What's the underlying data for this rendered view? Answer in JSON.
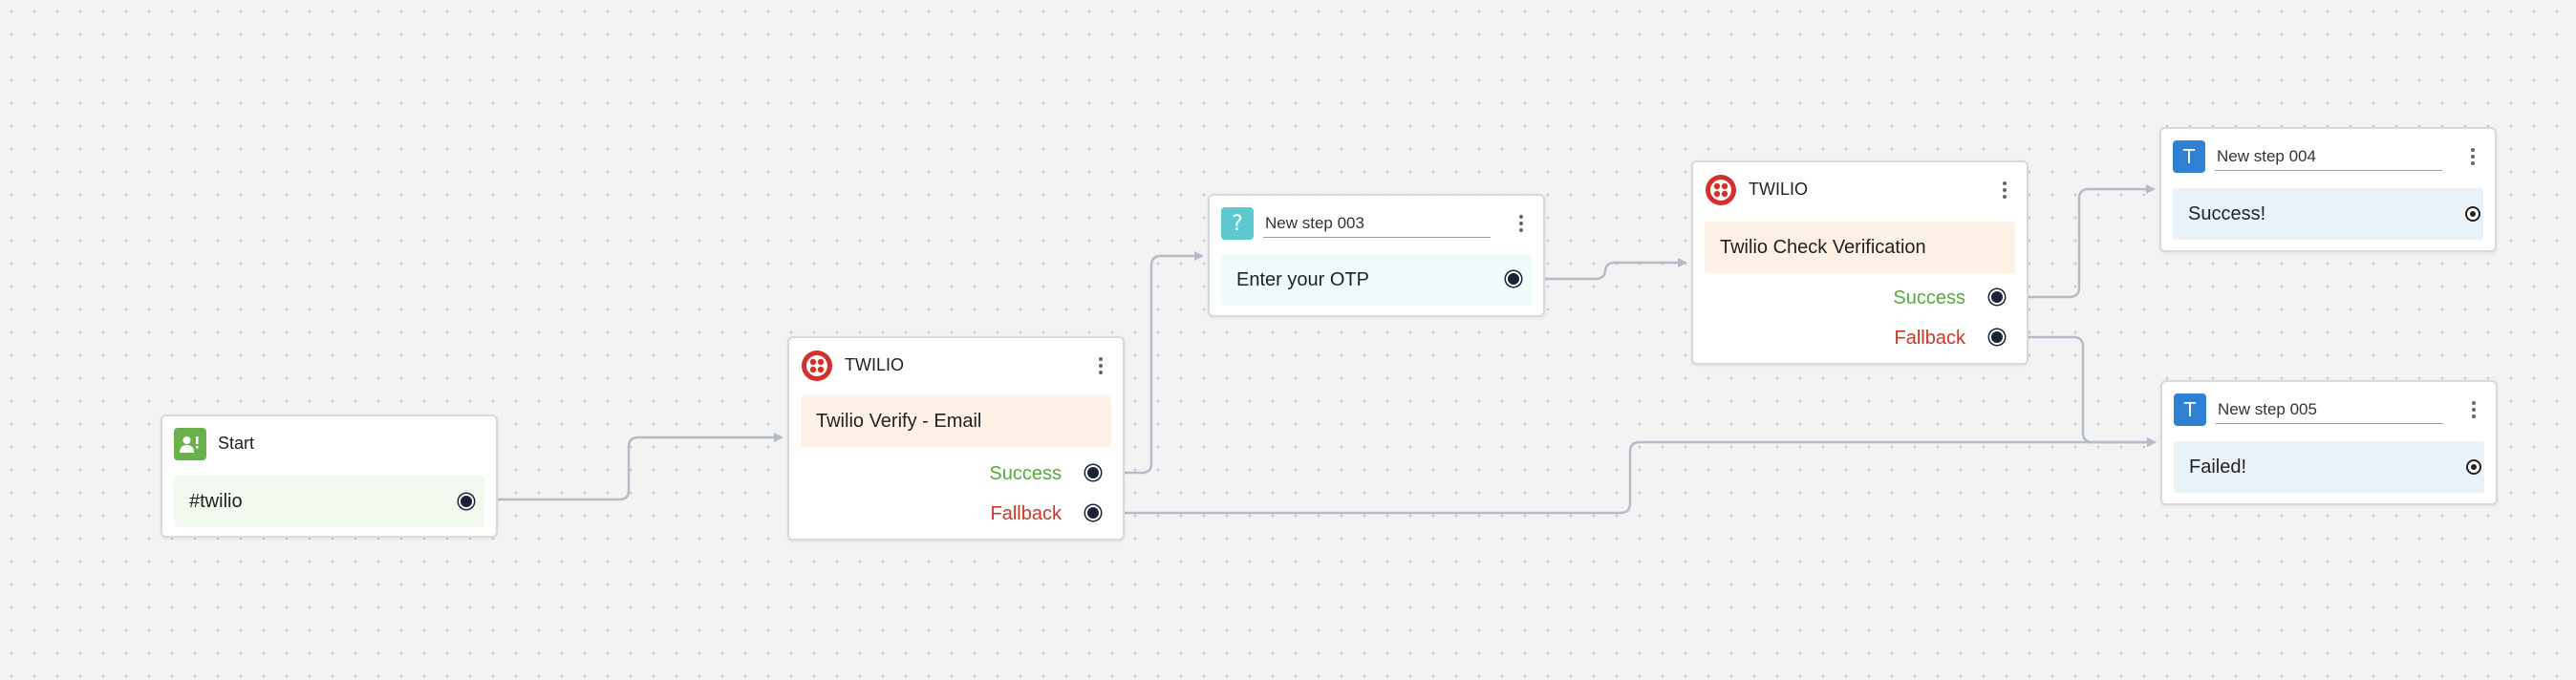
{
  "colors": {
    "success": "#5aa83e",
    "fallback": "#c63a2a",
    "edge": "#b4bcc8",
    "start_icon": "#6ab04c",
    "question_icon": "#5ec8cf",
    "text_icon": "#2f7fd3",
    "twilio_red": "#d32f2f"
  },
  "nodes": {
    "start": {
      "title": "Start",
      "icon": "person-chat-icon",
      "content": "#twilio"
    },
    "verify": {
      "title": "TWILIO",
      "icon": "twilio-icon",
      "content": "Twilio Verify - Email",
      "success_label": "Success",
      "fallback_label": "Fallback"
    },
    "otp": {
      "title": "New step 003",
      "icon": "question-icon",
      "icon_glyph": "?",
      "content": "Enter your OTP"
    },
    "check": {
      "title": "TWILIO",
      "icon": "twilio-icon",
      "content": "Twilio Check Verification",
      "success_label": "Success",
      "fallback_label": "Fallback"
    },
    "step004": {
      "title": "New step 004",
      "icon": "text-icon",
      "icon_glyph": "T",
      "content": "Success!"
    },
    "step005": {
      "title": "New step 005",
      "icon": "text-icon",
      "icon_glyph": "T",
      "content": "Failed!"
    }
  }
}
